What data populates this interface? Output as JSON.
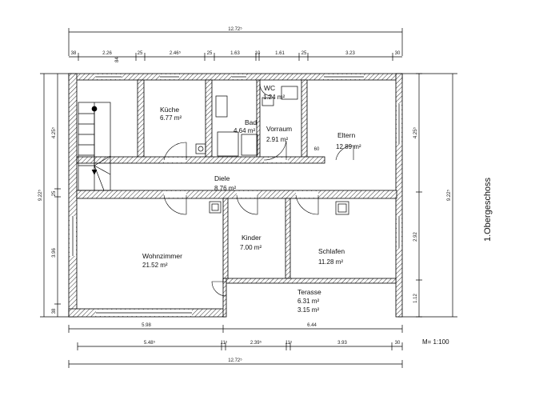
{
  "rooms": [
    {
      "id": "kueche",
      "name": "Küche",
      "area": "6.77 m²"
    },
    {
      "id": "bad",
      "name": "Bad",
      "area": "4.64 m²"
    },
    {
      "id": "wc",
      "name": "WC",
      "area": "1.24 m²"
    },
    {
      "id": "vorraum",
      "name": "Vorraum",
      "area": "2.91 m²"
    },
    {
      "id": "eltern",
      "name": "Eltern",
      "area": "12.89 m²"
    },
    {
      "id": "diele",
      "name": "Diele",
      "area": "8.76 m²"
    },
    {
      "id": "wohnzimmer",
      "name": "Wohnzimmer",
      "area": "21.52 m²"
    },
    {
      "id": "kinder",
      "name": "Kinder",
      "area": "7.00 m²"
    },
    {
      "id": "schlafen",
      "name": "Schlafen",
      "area": "11.28 m²"
    },
    {
      "id": "terasse",
      "name": "Terasse",
      "area": "6.31 m²",
      "area2": "3.15 m²"
    }
  ],
  "dims": {
    "top_total": "12.72⁵",
    "top_chain": [
      "38",
      "2.26",
      "25",
      "2.46⁵",
      "25",
      "1.63",
      "10",
      "1.61",
      "25",
      "3.23",
      "30"
    ],
    "small_84": "84",
    "small_60": "60",
    "bottom_inner": [
      "5.98",
      "6.44"
    ],
    "bottom_chain": [
      "5.48⁵",
      "11⁵",
      "2.39⁵",
      "11⁵",
      "3.93",
      "30"
    ],
    "bottom_total": "12.72⁵",
    "left_total": "9.22⁵",
    "left_chain": [
      "4.25⁵",
      "25",
      "3.96",
      "38"
    ],
    "right_chain": [
      "4.25⁵",
      "2.92",
      "1.12"
    ],
    "right_total": "9.22⁵"
  },
  "scale": "M= 1:100",
  "floor_label": "1.Obergeschoss"
}
